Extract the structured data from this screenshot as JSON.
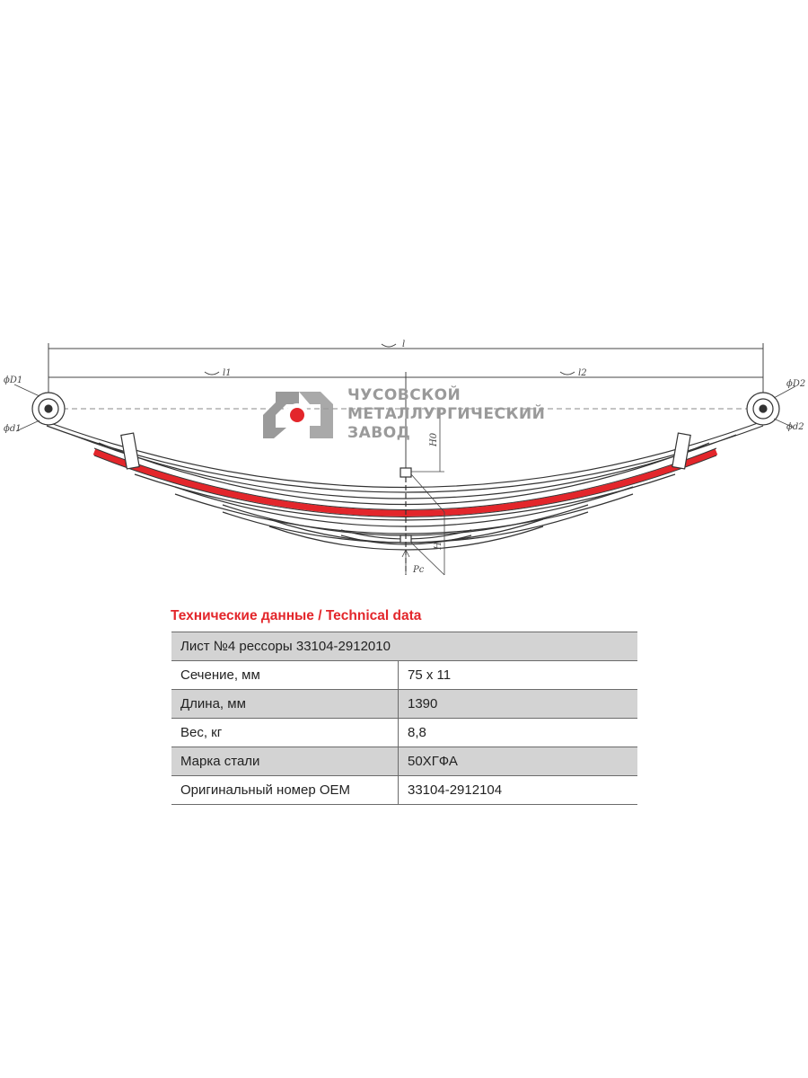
{
  "drawing": {
    "labels": {
      "total_length": "l",
      "left_length": "l1",
      "right_length": "l2",
      "eye_outer_left": "ϕD1",
      "eye_inner_left": "ϕd1",
      "eye_outer_right": "ϕD2",
      "eye_inner_right": "ϕd2",
      "height_free": "H0",
      "height_loaded": "H",
      "load": "Pc"
    },
    "colors": {
      "highlight_leaf": "#e3262b",
      "line": "#333333",
      "logo_grey": "#9a9a9a",
      "logo_red": "#e3262b"
    }
  },
  "logo": {
    "line1": "ЧУСОВСКОЙ",
    "line2": "МЕТАЛЛУРГИЧЕСКИЙ",
    "line3": "ЗАВОД"
  },
  "section_title": "Технические данные / Technical data",
  "table": {
    "header": "Лист №4 рессоры 33104-2912010",
    "rows": [
      {
        "label": "Сечение, мм",
        "value": "75 x 11"
      },
      {
        "label": "Длина, мм",
        "value": "1390"
      },
      {
        "label": "Вес, кг",
        "value": "8,8"
      },
      {
        "label": "Марка стали",
        "value": "50ХГФА"
      },
      {
        "label": "Оригинальный номер OEM",
        "value": "33104-2912104"
      }
    ]
  }
}
